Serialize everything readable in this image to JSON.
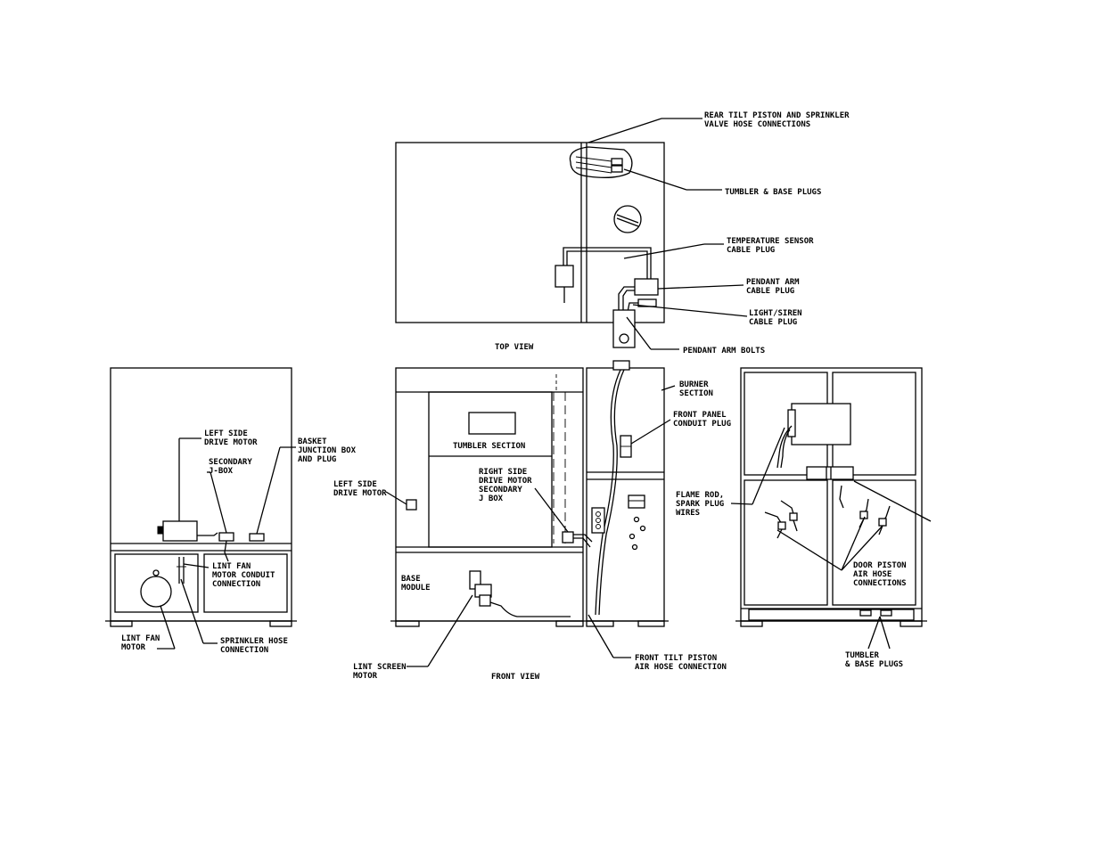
{
  "views": {
    "top": "TOP VIEW",
    "front": "FRONT VIEW"
  },
  "labels": {
    "rear_tilt": [
      "REAR TILT PISTON AND SPRINKLER",
      "VALVE HOSE CONNECTIONS"
    ],
    "tumbler_base_plugs_top": [
      "TUMBLER & BASE PLUGS"
    ],
    "temp_sensor": [
      "TEMPERATURE SENSOR",
      "CABLE PLUG"
    ],
    "pendant_cable": [
      "PENDANT ARM",
      "CABLE PLUG"
    ],
    "light_siren": [
      "LIGHT/SIREN",
      "CABLE PLUG"
    ],
    "pendant_bolts": [
      "PENDANT ARM BOLTS"
    ],
    "left_drive_motor": [
      "LEFT SIDE",
      "DRIVE MOTOR"
    ],
    "secondary_jbox": [
      "SECONDARY",
      "J-BOX"
    ],
    "basket_jbox": [
      "BASKET",
      "JUNCTION BOX",
      "AND PLUG"
    ],
    "lint_fan_conduit": [
      "LINT FAN",
      "MOTOR CONDUIT",
      "CONNECTION"
    ],
    "lint_fan_motor": [
      "LINT FAN",
      "MOTOR"
    ],
    "sprinkler_hose": [
      "SPRINKLER HOSE",
      "CONNECTION"
    ],
    "left_drive_motor_front": [
      "LEFT SIDE",
      "DRIVE MOTOR"
    ],
    "tumbler_section": [
      "TUMBLER SECTION"
    ],
    "right_drive_motor": [
      "RIGHT SIDE",
      "DRIVE MOTOR",
      "SECONDARY",
      "J BOX"
    ],
    "base_module": [
      "BASE",
      "MODULE"
    ],
    "lint_screen": [
      "LINT SCREEN",
      "MOTOR"
    ],
    "burner_section": [
      "BURNER",
      "SECTION"
    ],
    "front_panel_conduit": [
      "FRONT PANEL",
      "CONDUIT PLUG"
    ],
    "front_tilt": [
      "FRONT TILT PISTON",
      "AIR HOSE CONNECTION"
    ],
    "flame_rod": [
      "FLAME ROD,",
      "SPARK PLUG",
      "WIRES"
    ],
    "door_piston": [
      "DOOR PISTON",
      "AIR HOSE",
      "CONNECTIONS"
    ],
    "tumbler_base_plugs_right": [
      "TUMBLER",
      "& BASE PLUGS"
    ]
  }
}
